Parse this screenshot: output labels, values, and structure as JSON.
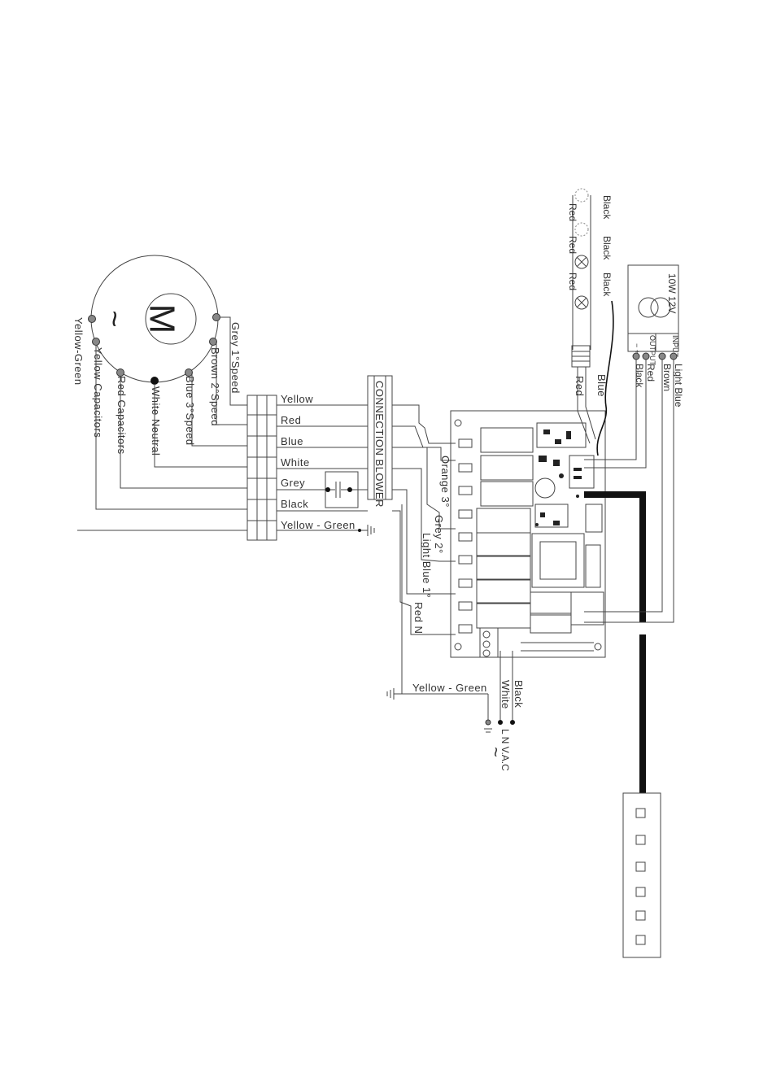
{
  "motor": {
    "symbol": "M",
    "ac_symbol": "~",
    "leads": [
      "Grey 1°Speed",
      "Brown 2°Speed",
      "Blue 3°Speed",
      "White Neutral",
      "Red Capacitors",
      "Yellow Capacitors",
      "Yellow-Green"
    ]
  },
  "terminal_block": {
    "wires": [
      "Yellow",
      "Red",
      "Blue",
      "White",
      "Grey",
      "Black",
      "Yellow - Green"
    ]
  },
  "connector": {
    "label": "CONNECTION BLOWER"
  },
  "board_wires": [
    "Orange 3°",
    "Grey 2°",
    "Light Blue 1°",
    "Red N"
  ],
  "mains": {
    "earth_label": "Yellow - Green",
    "neutral_label": "White",
    "live_label": "Black",
    "supply_label": "L N V.A.C",
    "ac_symbol": "~"
  },
  "lamps": {
    "wire_labels": [
      "Black",
      "Black",
      "Black",
      "Red",
      "Red",
      "Red"
    ],
    "cable_labels": [
      "Red",
      "Blue"
    ]
  },
  "transformer": {
    "rating": "10W 12V",
    "output_label": "OUTPUT",
    "input_label": "INPUT",
    "output_signs": "− +",
    "output_wires": [
      "Black",
      "Red"
    ],
    "input_wires": [
      "Brown",
      "Light Blue"
    ]
  },
  "keypad": {
    "button_count": 6
  }
}
